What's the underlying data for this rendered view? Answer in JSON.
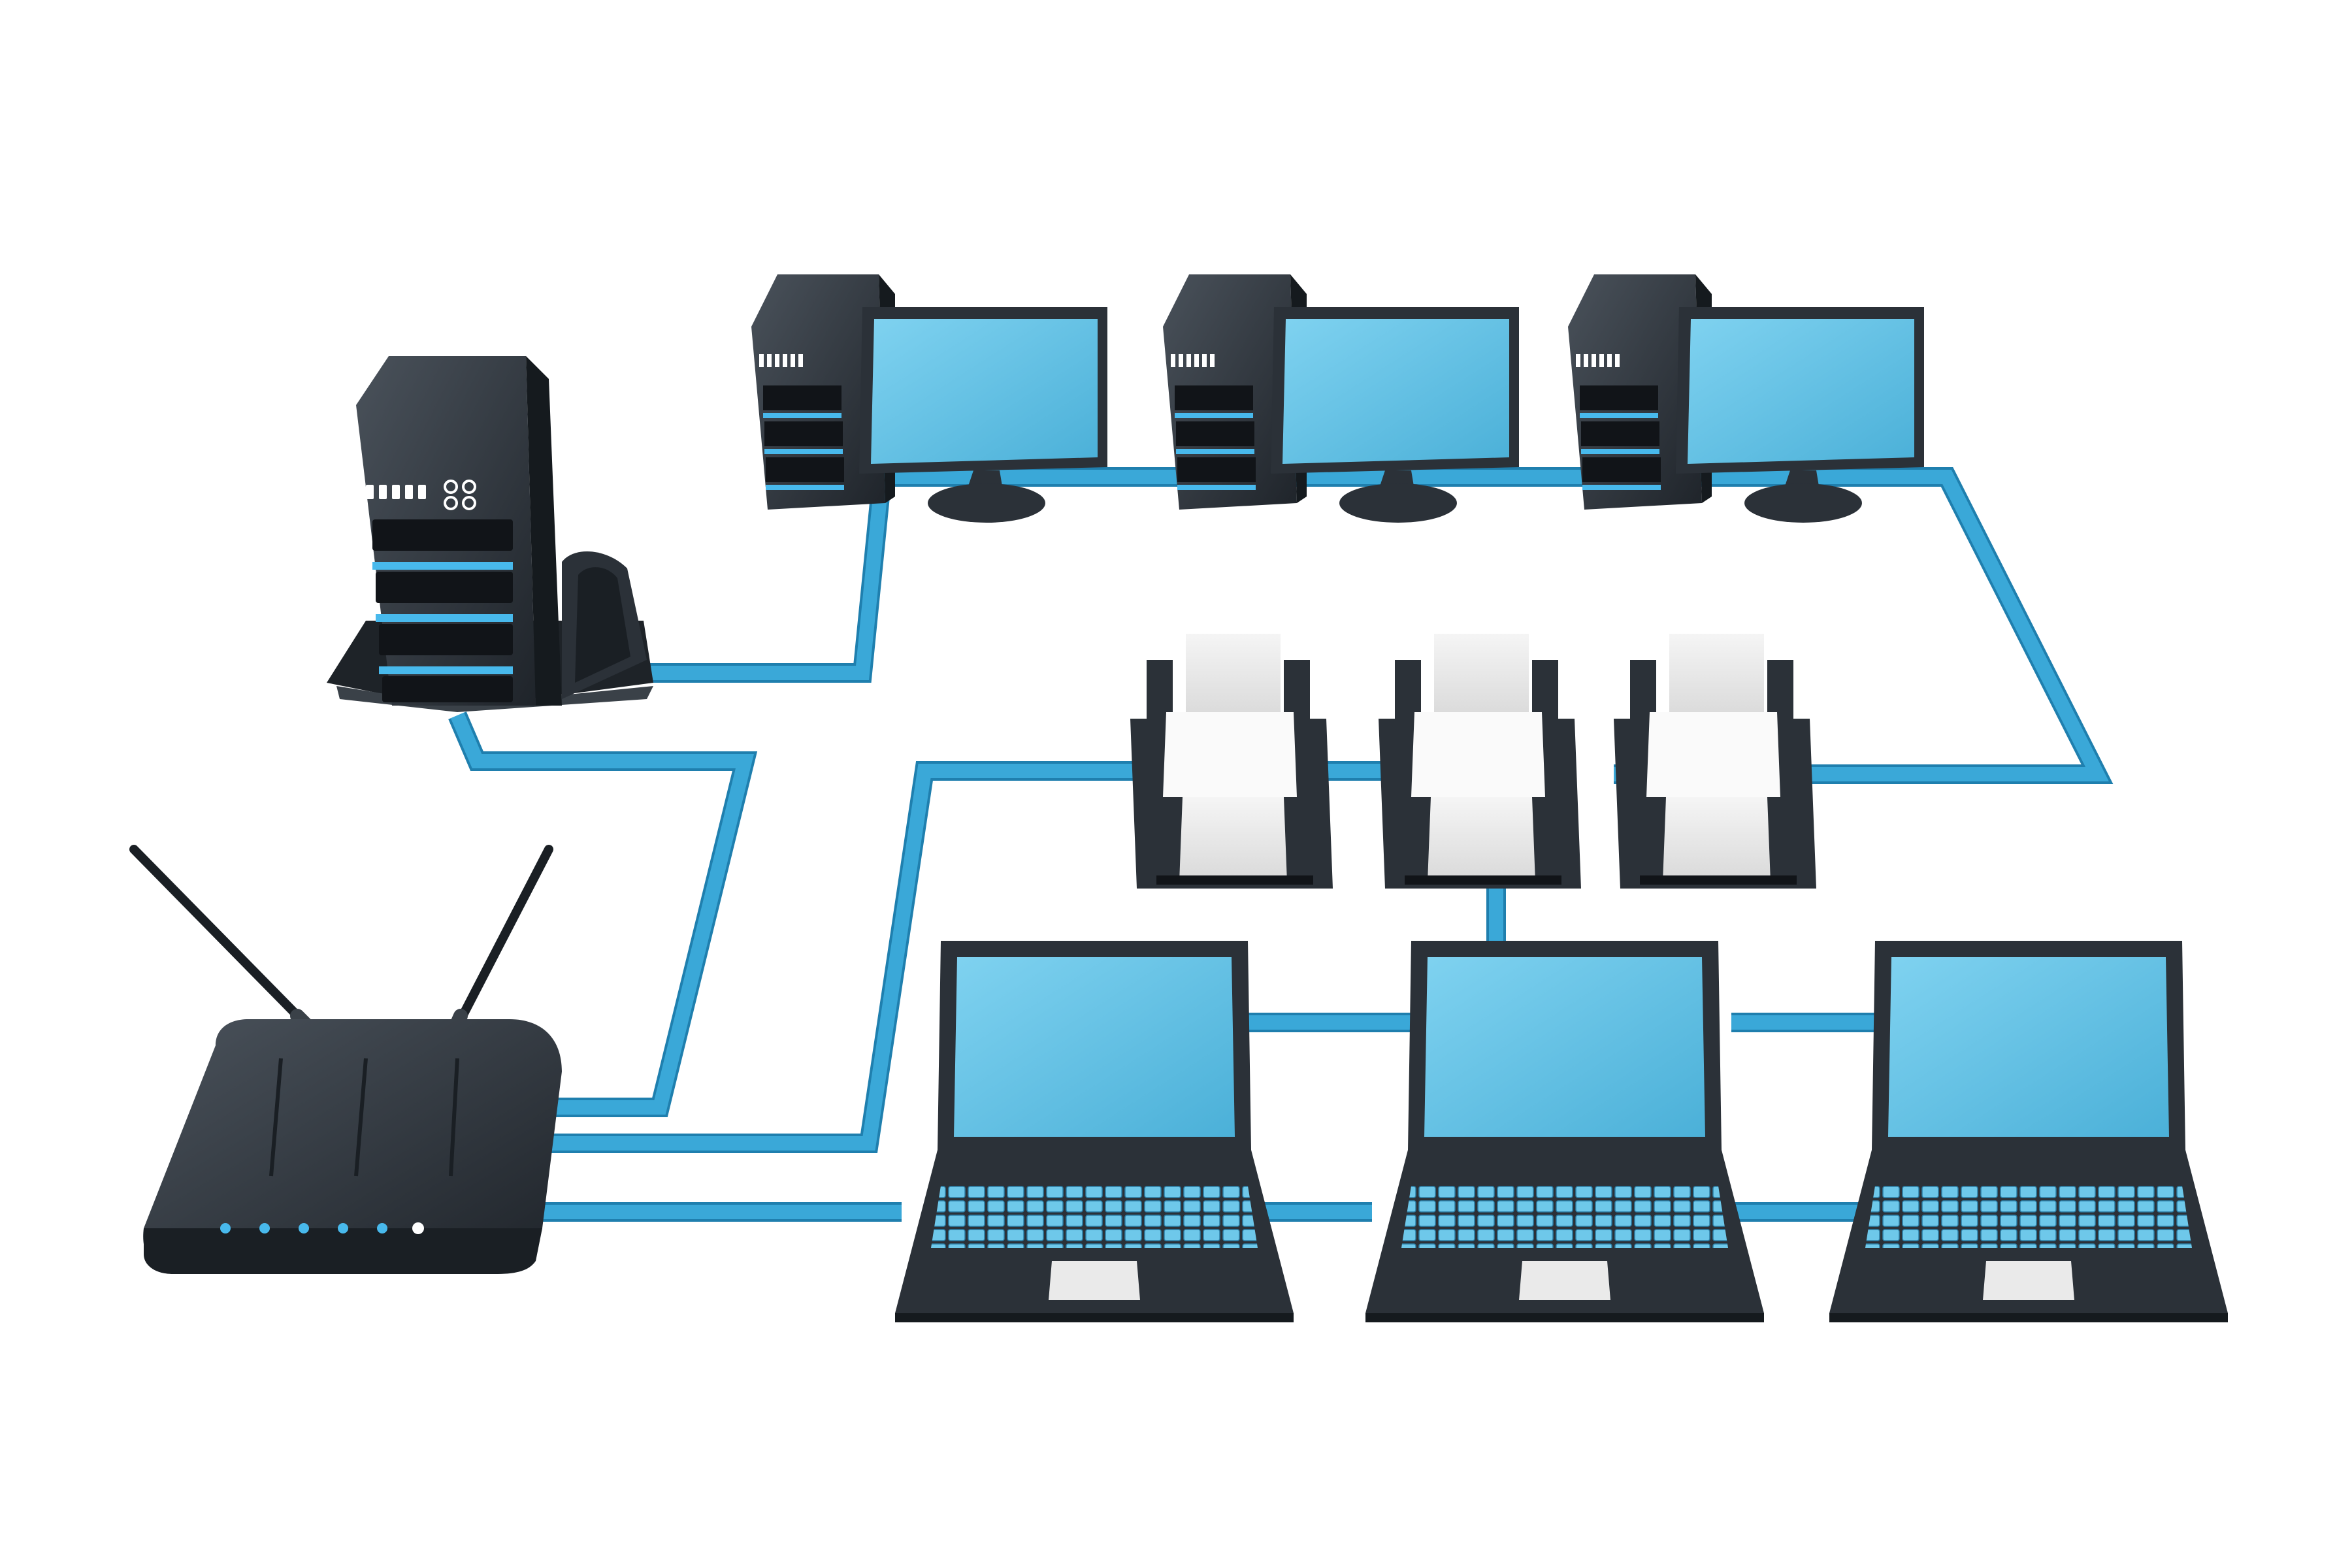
{
  "diagram": {
    "kind": "network topology illustration",
    "colors": {
      "background": "#ffffff",
      "cable": "#3aa8d8",
      "cable_edge": "#1f7fae",
      "device_body": "#2b3138",
      "device_body_light": "#4a525b",
      "screen": "#6ec8ea",
      "screen_dark": "#4bb0d8",
      "printer_paper": "#f2f2f2",
      "led_blue": "#48b9ec",
      "led_white": "#ffffff"
    },
    "nodes": [
      {
        "id": "server",
        "type": "server",
        "icon": "server-icon"
      },
      {
        "id": "router",
        "type": "wireless-router",
        "icon": "router-icon",
        "leds": 6
      },
      {
        "id": "desktop-1",
        "type": "desktop",
        "icon": "desktop-icon"
      },
      {
        "id": "desktop-2",
        "type": "desktop",
        "icon": "desktop-icon"
      },
      {
        "id": "desktop-3",
        "type": "desktop",
        "icon": "desktop-icon"
      },
      {
        "id": "printer-1",
        "type": "printer",
        "icon": "printer-icon"
      },
      {
        "id": "printer-2",
        "type": "printer",
        "icon": "printer-icon"
      },
      {
        "id": "printer-3",
        "type": "printer",
        "icon": "printer-icon"
      },
      {
        "id": "laptop-1",
        "type": "laptop",
        "icon": "laptop-icon"
      },
      {
        "id": "laptop-2",
        "type": "laptop",
        "icon": "laptop-icon"
      },
      {
        "id": "laptop-3",
        "type": "laptop",
        "icon": "laptop-icon"
      }
    ],
    "links": [
      {
        "from": "server",
        "to": "desktop-1"
      },
      {
        "from": "desktop-1",
        "to": "desktop-2"
      },
      {
        "from": "desktop-2",
        "to": "desktop-3"
      },
      {
        "from": "desktop-3",
        "to": "printer-3"
      },
      {
        "from": "server",
        "to": "router"
      },
      {
        "from": "router",
        "to": "printer-1"
      },
      {
        "from": "printer-1",
        "to": "printer-2"
      },
      {
        "from": "printer-2",
        "to": "printer-3"
      },
      {
        "from": "printer-2",
        "to": "laptop-2"
      },
      {
        "from": "laptop-1",
        "to": "laptop-2"
      },
      {
        "from": "laptop-2",
        "to": "laptop-3"
      },
      {
        "from": "router",
        "to": "laptop-1"
      }
    ]
  }
}
